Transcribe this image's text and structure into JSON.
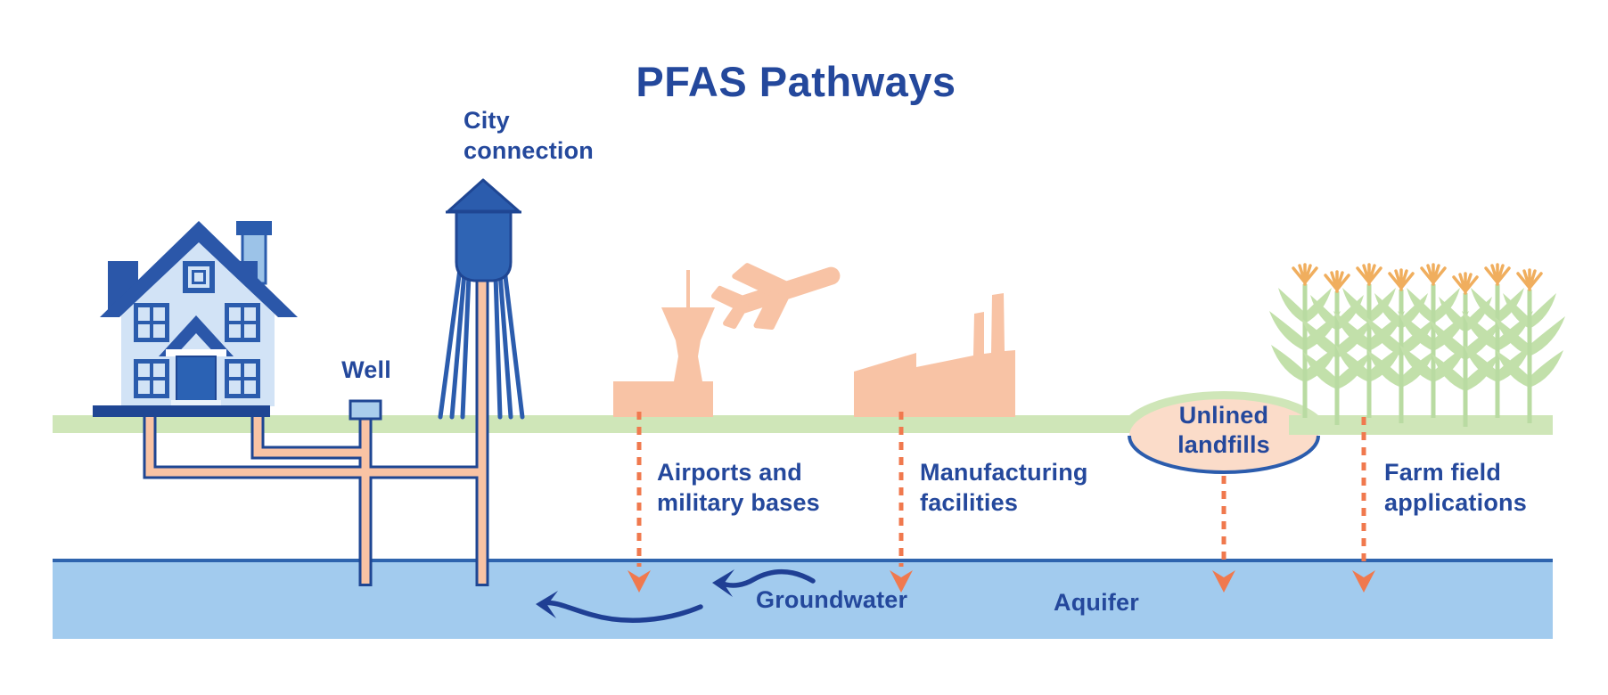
{
  "title": "PFAS Pathways",
  "labels": {
    "city_connection": "City\nconnection",
    "well": "Well",
    "airports": "Airports and\nmilitary bases",
    "manufacturing": "Manufacturing\nfacilities",
    "unlined_landfills": "Unlined\nlandfills",
    "farm": "Farm field\napplications",
    "groundwater": "Groundwater",
    "aquifer": "Aquifer"
  },
  "colors": {
    "text_navy": "#24489c",
    "silhouette_peach": "#f8c3a5",
    "landfill_peach": "#fbdcc9",
    "ground_green": "#cfe6b8",
    "corn_green": "#c2e0aa",
    "corn_stalk_green": "#b9dba2",
    "tassel_orange": "#f0ae5e",
    "aquifer_blue": "#a2cbee",
    "aquifer_border_blue": "#2e64ae",
    "pipe_fill_peach": "#f9c3a4",
    "pipe_outline_navy": "#1e4693",
    "arrow_orange": "#f0794e",
    "house_mid_blue": "#2b5cad",
    "house_light_blue": "#d2e3f6",
    "flow_arrow_navy": "#1f3f94"
  }
}
